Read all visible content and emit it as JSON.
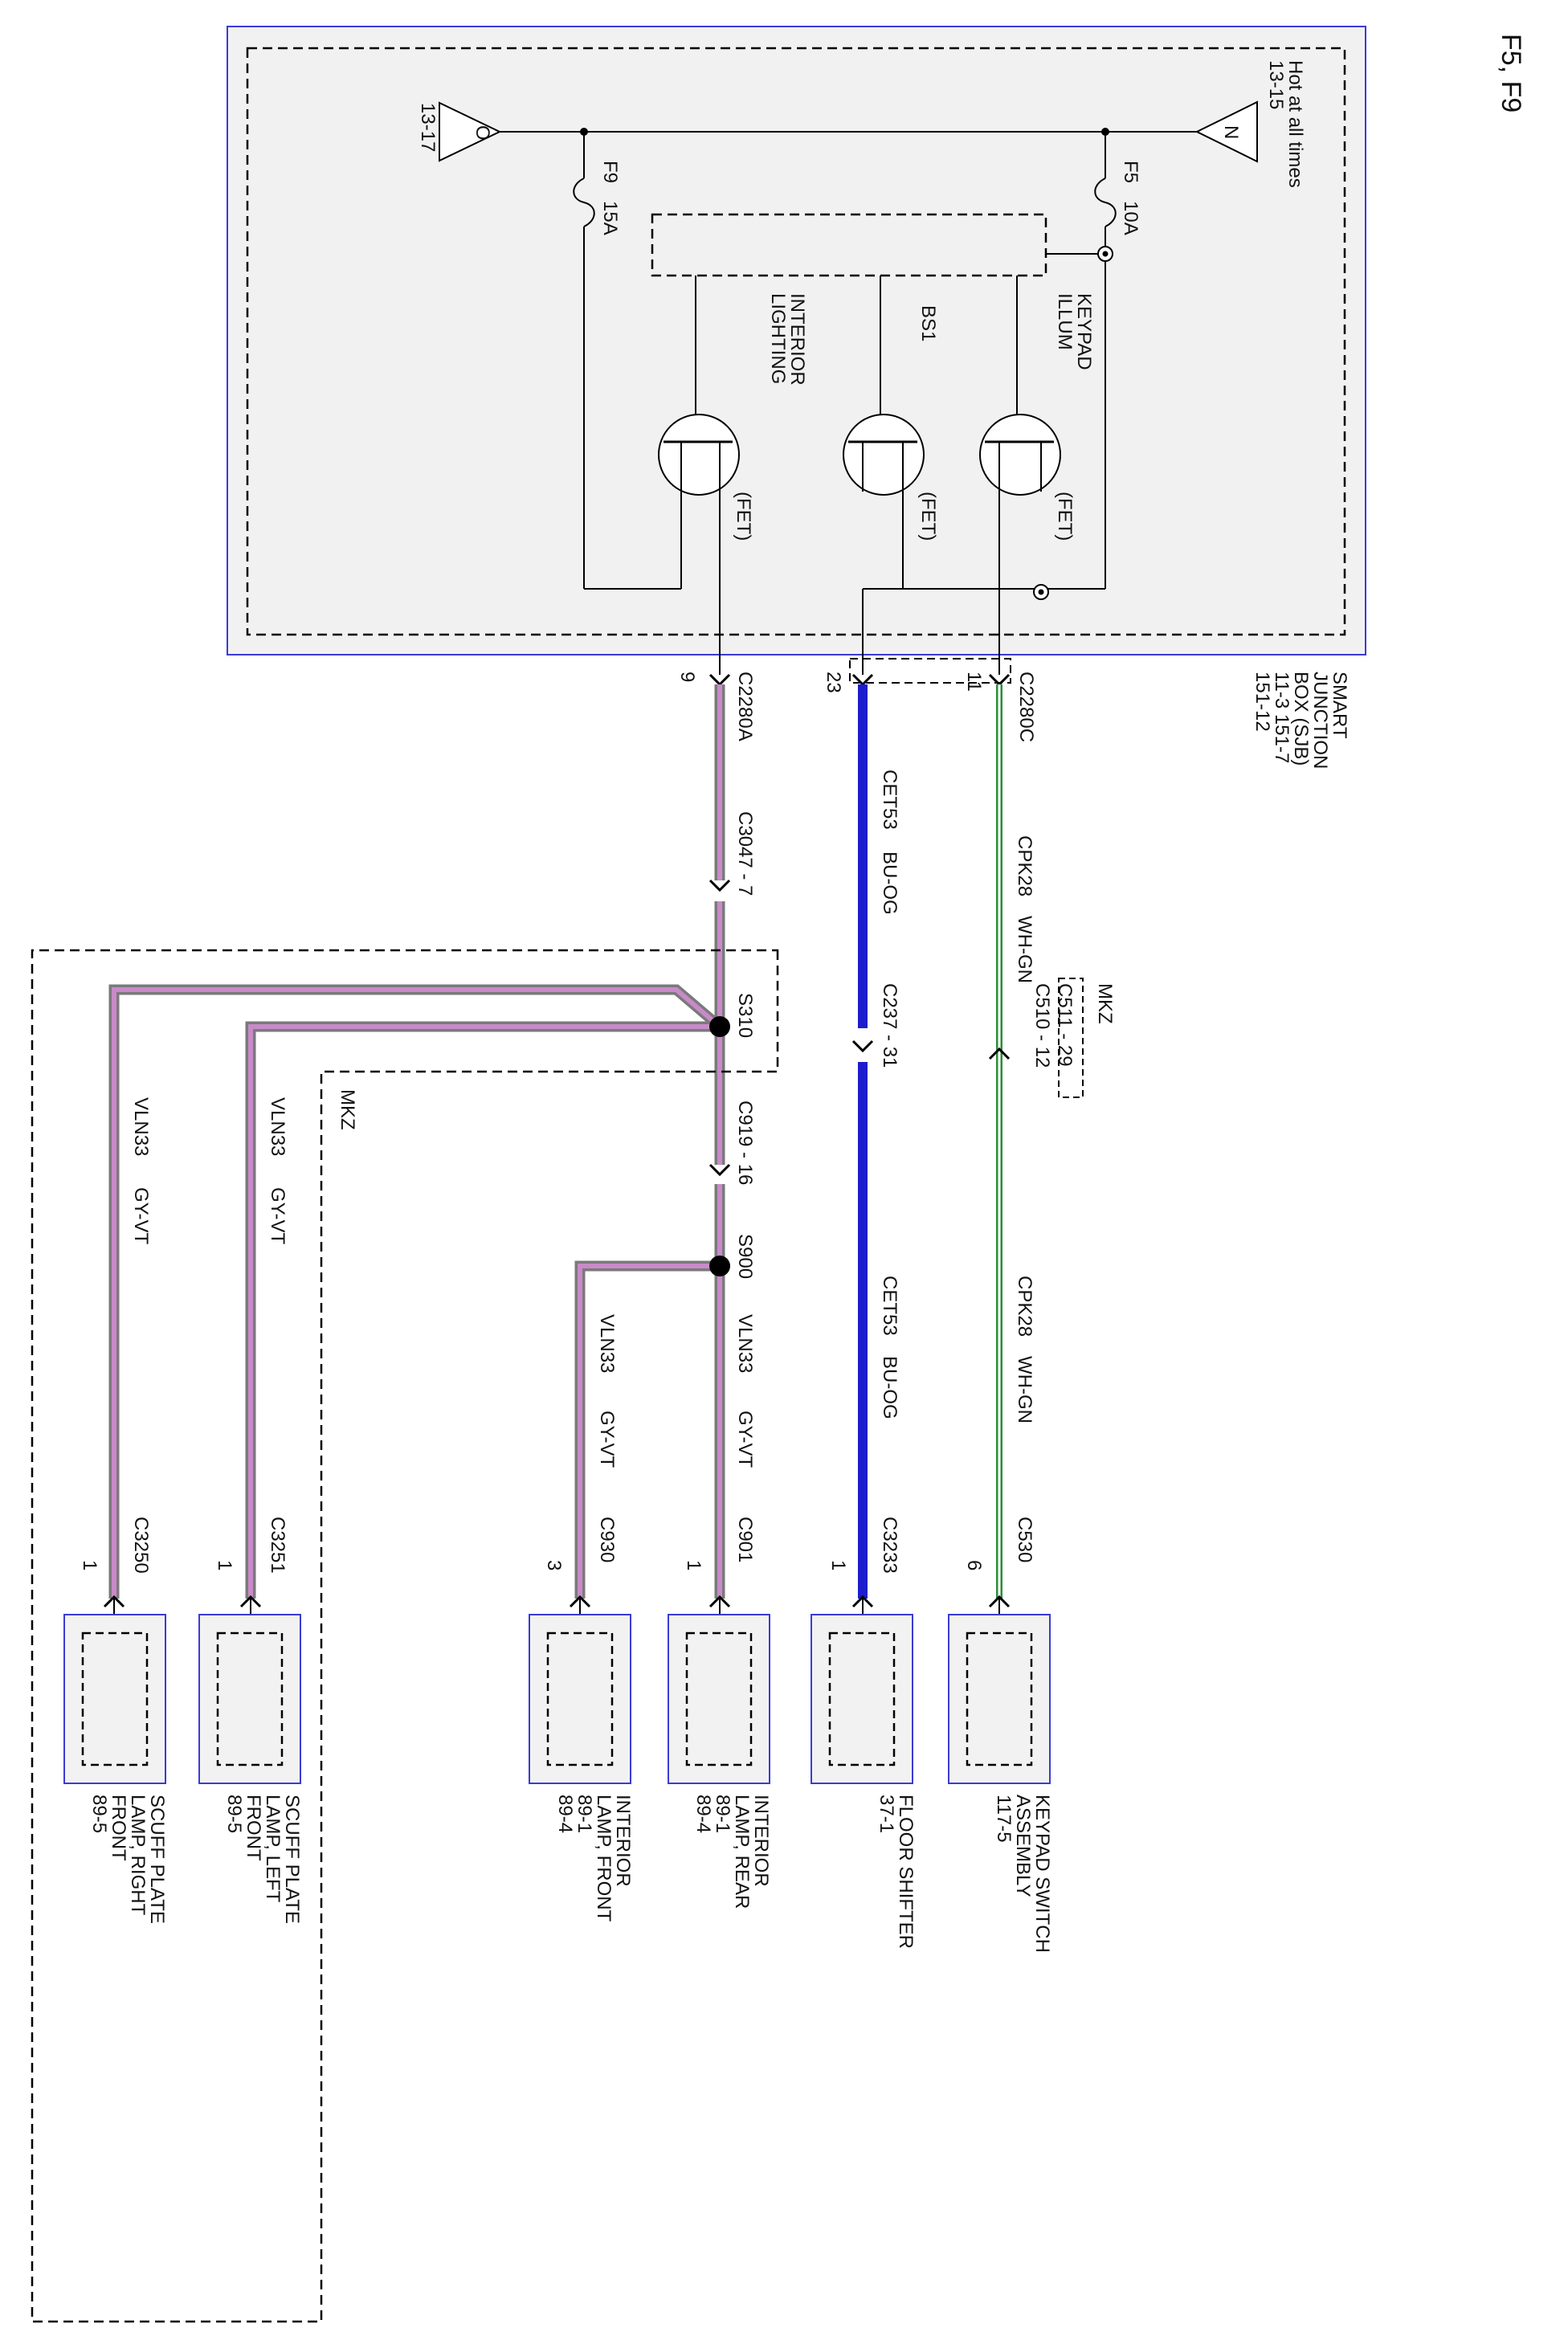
{
  "page_label": "F5, F9",
  "sjb": {
    "name_lines": [
      "SMART",
      "JUNCTION",
      "BOX (SJB)",
      "11-3     151-7",
      "151-12"
    ],
    "hot_label": [
      "Hot at all times",
      "13-15"
    ],
    "bus_in": "N",
    "bus_out": "O",
    "bus_out_ref": "13-17",
    "fuse_f5": [
      "F5",
      "10A"
    ],
    "fuse_f9": [
      "F9",
      "15A"
    ],
    "keypad_illum": [
      "KEYPAD",
      "ILLUM"
    ],
    "bs1": "BS1",
    "interior_lighting": [
      "INTERIOR",
      "LIGHTING"
    ],
    "fet": "(FET)"
  },
  "pins": {
    "p9": "9",
    "p23": "23",
    "p11": "11"
  },
  "connectors": {
    "c2280a": "C2280A",
    "c2280c": "C2280C",
    "c3047": "C3047 - 7",
    "s310": "S310",
    "c919": "C919 - 16",
    "s900": "S900",
    "c237": "C237 - 31",
    "mkz": "MKZ",
    "c511": "C511 - 29",
    "c510": "C510 - 12"
  },
  "wires": {
    "cpk28": "CPK28",
    "wh_gn": "WH-GN",
    "cet53": "CET53",
    "bu_og": "BU-OG",
    "vln33": "VLN33",
    "gy_vt": "GY-VT"
  },
  "loads": [
    {
      "connector": "C530",
      "pin": "6",
      "lines": [
        "KEYPAD SWITCH",
        "ASSEMBLY",
        "117-5"
      ]
    },
    {
      "connector": "C3233",
      "pin": "1",
      "lines": [
        "FLOOR SHIFTER",
        "37-1"
      ]
    },
    {
      "connector": "C901",
      "pin": "1",
      "lines": [
        "INTERIOR",
        "LAMP, REAR",
        "89-1",
        "89-4"
      ]
    },
    {
      "connector": "C930",
      "pin": "3",
      "lines": [
        "INTERIOR",
        "LAMP, FRONT",
        "89-1",
        "89-4"
      ]
    },
    {
      "connector": "C3251",
      "pin": "1",
      "lines": [
        "SCUFF PLATE",
        "LAMP, LEFT",
        "FRONT",
        "89-5"
      ]
    },
    {
      "connector": "C3250",
      "pin": "1",
      "lines": [
        "SCUFF PLATE",
        "LAMP, RIGHT",
        "FRONT",
        "89-5"
      ]
    }
  ],
  "colors": {
    "wh_gn": "#2e8b3a",
    "bu_og": "#1c1ccc",
    "gy_vt": "#c98ac9",
    "gy": "#7a7a7a",
    "component_border": "#3b3bd6",
    "component_fill": "#f2f2f2",
    "box_fill": "#f1f1f1"
  }
}
